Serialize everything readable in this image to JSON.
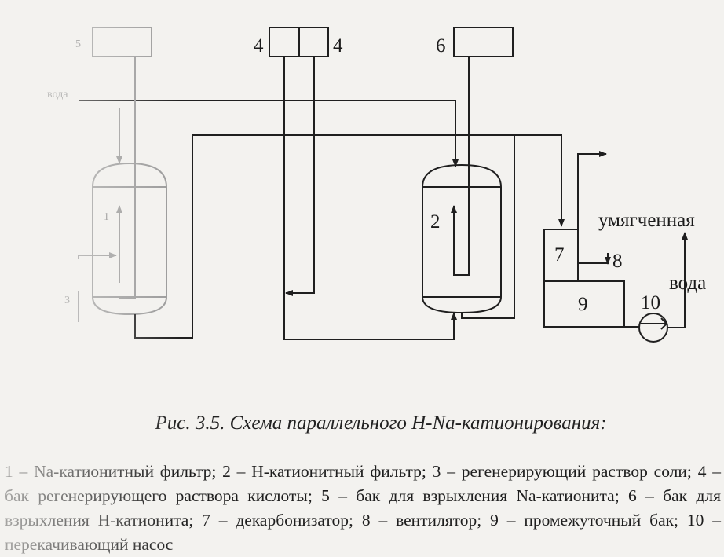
{
  "diagram": {
    "labels": {
      "n1": "1",
      "n2": "2",
      "n3": "3",
      "n4a": "4",
      "n4b": "4",
      "n5": "5",
      "n6": "6",
      "n7": "7",
      "n8": "8",
      "n9": "9",
      "n10": "10",
      "water_in": "вода",
      "softened_1": "умягченная",
      "softened_2": "вода"
    }
  },
  "caption": "Рис. 3.5. Схема параллельного H-Na-катионирования:",
  "legend": "1 – Na-катионитный фильтр; 2 – Н-катионитный фильтр; 3 – регенерирующий раствор соли; 4 – бак регенерирующего раствора кислоты; 5 – бак для взрыхления Na-катионита; 6 – бак для взрыхления Н-катионита; 7 – декарбонизатор;  8 – вентилятор; 9 – промежуточный бак; 10 – перекачивающий насос"
}
